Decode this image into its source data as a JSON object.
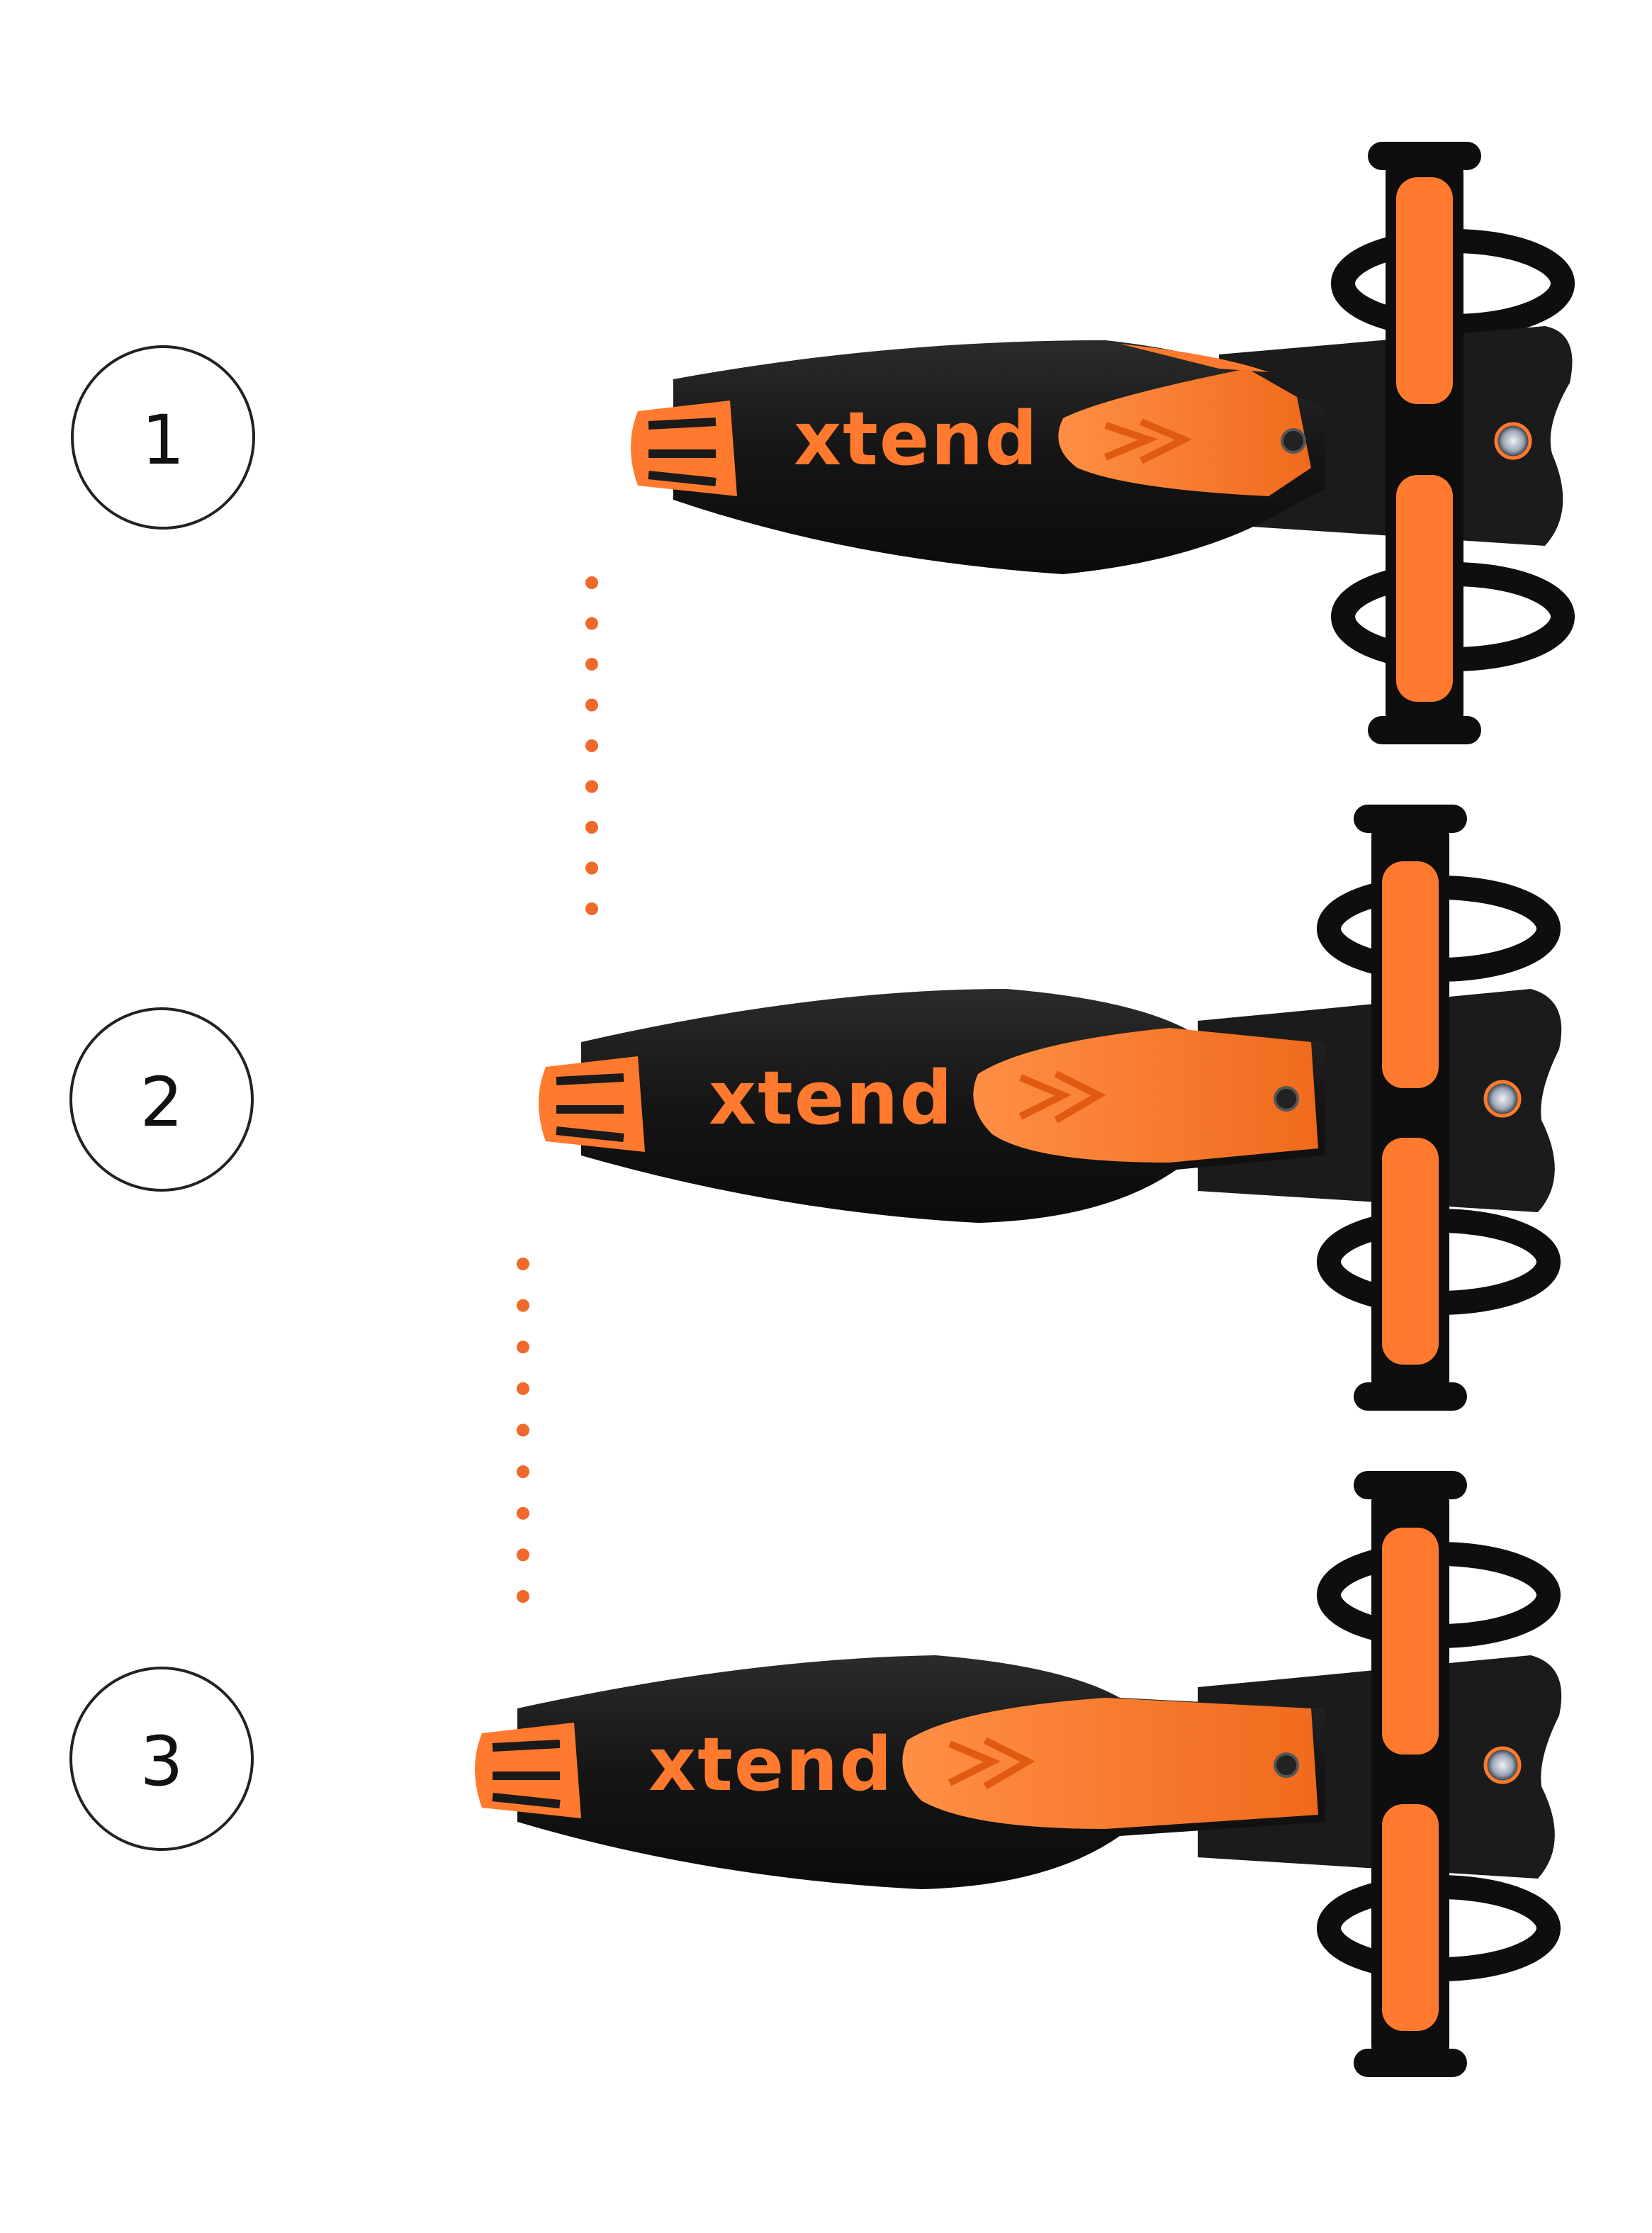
{
  "colors": {
    "accent": "#ff7a2e",
    "deck": "#1a1a1a",
    "dots": "#ef6a2a",
    "outline": "#222222"
  },
  "steps": [
    {
      "number": "1",
      "brand": "xtend"
    },
    {
      "number": "2",
      "brand": "xtend"
    },
    {
      "number": "3",
      "brand": "xtend"
    }
  ]
}
